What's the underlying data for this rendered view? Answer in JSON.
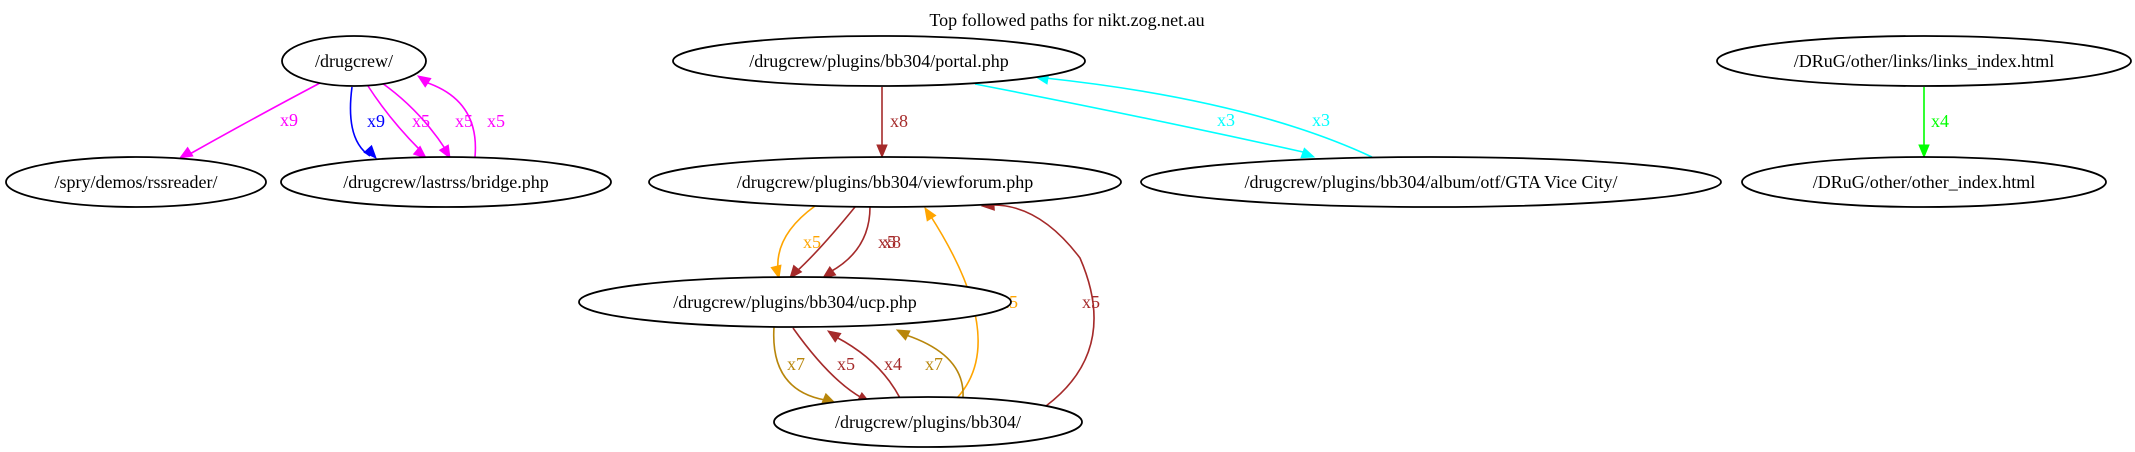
{
  "title": "Top followed paths for nikt.zog.net.au",
  "colors": {
    "magenta": "#ff00ff",
    "blue": "#0000ff",
    "brown": "#a52a2a",
    "cyan": "#00ffff",
    "green": "#00ff00",
    "orange": "#ffa500",
    "goldenrod": "#b8860b"
  },
  "nodes": [
    {
      "id": "drugcrew",
      "label": "/drugcrew/"
    },
    {
      "id": "rssreader",
      "label": "/spry/demos/rssreader/"
    },
    {
      "id": "bridge",
      "label": "/drugcrew/lastrss/bridge.php"
    },
    {
      "id": "portal",
      "label": "/drugcrew/plugins/bb304/portal.php"
    },
    {
      "id": "viewforum",
      "label": "/drugcrew/plugins/bb304/viewforum.php"
    },
    {
      "id": "album",
      "label": "/drugcrew/plugins/bb304/album/otf/GTA Vice City/"
    },
    {
      "id": "ucp",
      "label": "/drugcrew/plugins/bb304/ucp.php"
    },
    {
      "id": "bb304",
      "label": "/drugcrew/plugins/bb304/"
    },
    {
      "id": "links_index",
      "label": "/DRuG/other/links/links_index.html"
    },
    {
      "id": "other_index",
      "label": "/DRuG/other/other_index.html"
    }
  ],
  "edges": [
    {
      "from": "drugcrew",
      "to": "rssreader",
      "label": "x9",
      "color": "magenta"
    },
    {
      "from": "drugcrew",
      "to": "bridge",
      "label": "x9",
      "color": "blue"
    },
    {
      "from": "drugcrew",
      "to": "bridge",
      "label": "x5",
      "color": "magenta"
    },
    {
      "from": "drugcrew",
      "to": "bridge",
      "label": "x5",
      "color": "magenta"
    },
    {
      "from": "bridge",
      "to": "drugcrew",
      "label": "x5",
      "color": "magenta"
    },
    {
      "from": "portal",
      "to": "viewforum",
      "label": "x8",
      "color": "brown"
    },
    {
      "from": "portal",
      "to": "album",
      "label": "x3",
      "color": "cyan"
    },
    {
      "from": "album",
      "to": "portal",
      "label": "x3",
      "color": "cyan"
    },
    {
      "from": "viewforum",
      "to": "ucp",
      "label": "x5",
      "color": "orange"
    },
    {
      "from": "viewforum",
      "to": "ucp",
      "label": "x8",
      "color": "brown"
    },
    {
      "from": "viewforum",
      "to": "ucp",
      "label": "x5",
      "color": "brown"
    },
    {
      "from": "bb304",
      "to": "viewforum",
      "label": "x5",
      "color": "orange"
    },
    {
      "from": "bb304",
      "to": "viewforum",
      "label": "x5",
      "color": "brown"
    },
    {
      "from": "ucp",
      "to": "bb304",
      "label": "x7",
      "color": "goldenrod"
    },
    {
      "from": "ucp",
      "to": "bb304",
      "label": "x5",
      "color": "brown"
    },
    {
      "from": "bb304",
      "to": "ucp",
      "label": "x4",
      "color": "brown"
    },
    {
      "from": "bb304",
      "to": "ucp",
      "label": "x7",
      "color": "goldenrod"
    },
    {
      "from": "links_index",
      "to": "other_index",
      "label": "x4",
      "color": "green"
    }
  ]
}
